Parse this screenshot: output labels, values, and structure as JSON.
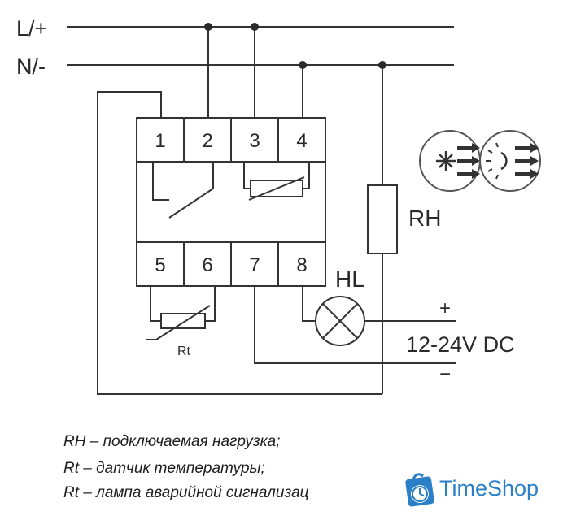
{
  "lines": {
    "line_top": "L/+",
    "line_bottom": "N/-"
  },
  "terminals": {
    "t1": "1",
    "t2": "2",
    "t3": "3",
    "t4": "4",
    "t5": "5",
    "t6": "6",
    "t7": "7",
    "t8": "8"
  },
  "components": {
    "load_label": "RH",
    "lamp_label": "HL",
    "sensor_label": "Rt",
    "dc_plus": "+",
    "dc_minus": "−",
    "dc_voltage": "12-24V DC"
  },
  "legend": {
    "line1": "RH – подключаемая нагрузка;",
    "line2": "Rt – датчик температуры;",
    "line3": "Rt – лампа аварийной сигнализац"
  },
  "watermark": {
    "brand": "TimeShop",
    "color": "#2a7fc6"
  },
  "icons": [
    "frost-icon",
    "sun-icon"
  ]
}
